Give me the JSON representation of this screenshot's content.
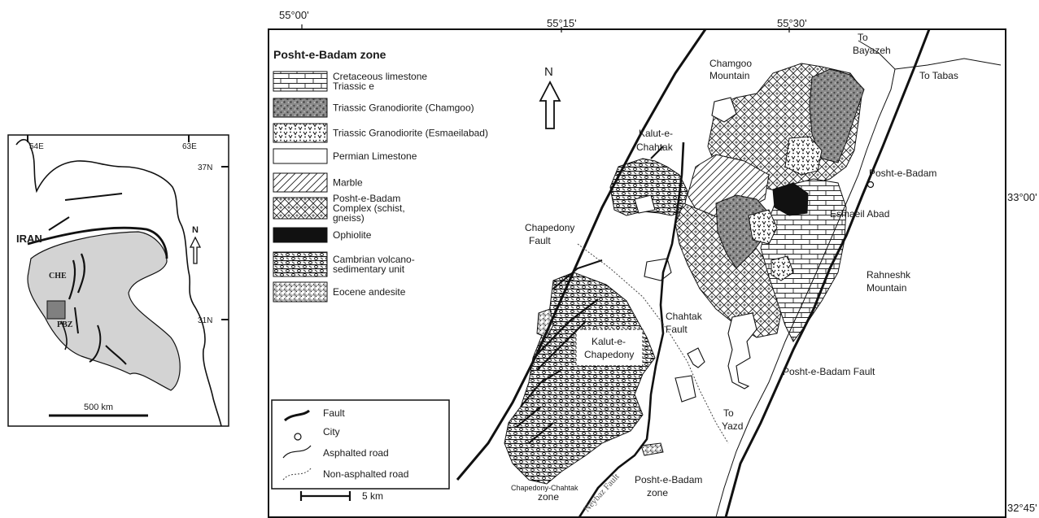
{
  "inset": {
    "coords": {
      "lon_left": "54E",
      "lon_right": "63E",
      "lat_top": "37N",
      "lat_bottom": "31N"
    },
    "country": "IRAN",
    "che_label": "CHE",
    "pbz_label": "PBZ",
    "north_label": "N",
    "scale_label": "500 km",
    "colors": {
      "fill": "#d3d3d3"
    }
  },
  "map": {
    "coords": {
      "lon_1": "55°00'",
      "lon_2": "55°15'",
      "lon_3": "55°30'",
      "lat_1": "33°00'",
      "lat_2": "32°45'"
    },
    "north_label": "N",
    "legend": {
      "title": "Posht-e-Badam zone",
      "items": [
        {
          "key": "cretaceous",
          "lines": [
            "Cretaceous limestone",
            "Triassic e"
          ]
        },
        {
          "key": "gran_chamgoo",
          "lines": [
            "Triassic Granodiorite (Chamgoo)"
          ]
        },
        {
          "key": "gran_esmaeil",
          "lines": [
            "Triassic Granodiorite (Esmaeilabad)"
          ]
        },
        {
          "key": "permian",
          "lines": [
            "Permian Limestone"
          ]
        },
        {
          "key": "marble",
          "lines": [
            "Marble"
          ]
        },
        {
          "key": "complex",
          "lines": [
            "Posht-e-Badam",
            "Complex (schist,",
            "gneiss)"
          ]
        },
        {
          "key": "ophiolite",
          "lines": [
            "Ophiolite"
          ]
        },
        {
          "key": "cambrian",
          "lines": [
            "Cambrian volcano-",
            "sedimentary unit"
          ]
        },
        {
          "key": "eocene",
          "lines": [
            "Eocene andesite"
          ]
        }
      ]
    },
    "symbols": {
      "fault": "Fault",
      "city": "City",
      "asphalted": "Asphalted road",
      "non_asphalted": "Non-asphalted road"
    },
    "scale_label": "5 km",
    "labels": {
      "to_bayazeh_1": "To",
      "to_bayazeh_2": "Bayazeh",
      "to_tabas": "To Tabas",
      "chamgoo_1": "Chamgoo",
      "chamgoo_2": "Mountain",
      "kalut_chahtak_1": "Kalut-e-",
      "kalut_chahtak_2": "Chahtak",
      "posht_city": "Posht-e-Badam",
      "esmaeil_abad": "Esmaeil Abad",
      "chapedony_fault_1": "Chapedony",
      "chapedony_fault_2": "Fault",
      "rahneshk_1": "Rahneshk",
      "rahneshk_2": "Mountain",
      "chahtak_fault_1": "Chahtak",
      "chahtak_fault_2": "Fault",
      "kalut_chapedony_1": "Kalut-e-",
      "kalut_chapedony_2": "Chapedony",
      "posht_fault": "Posht-e-Badam Fault",
      "to_yazd_1": "To",
      "to_yazd_2": "Yazd",
      "cc_zone_1": "Chapedony-Chahtak",
      "cc_zone_2": "zone",
      "neybaz_fault": "Neybaz Fault",
      "pb_zone_1": "Posht-e-Badam",
      "pb_zone_2": "zone"
    }
  }
}
